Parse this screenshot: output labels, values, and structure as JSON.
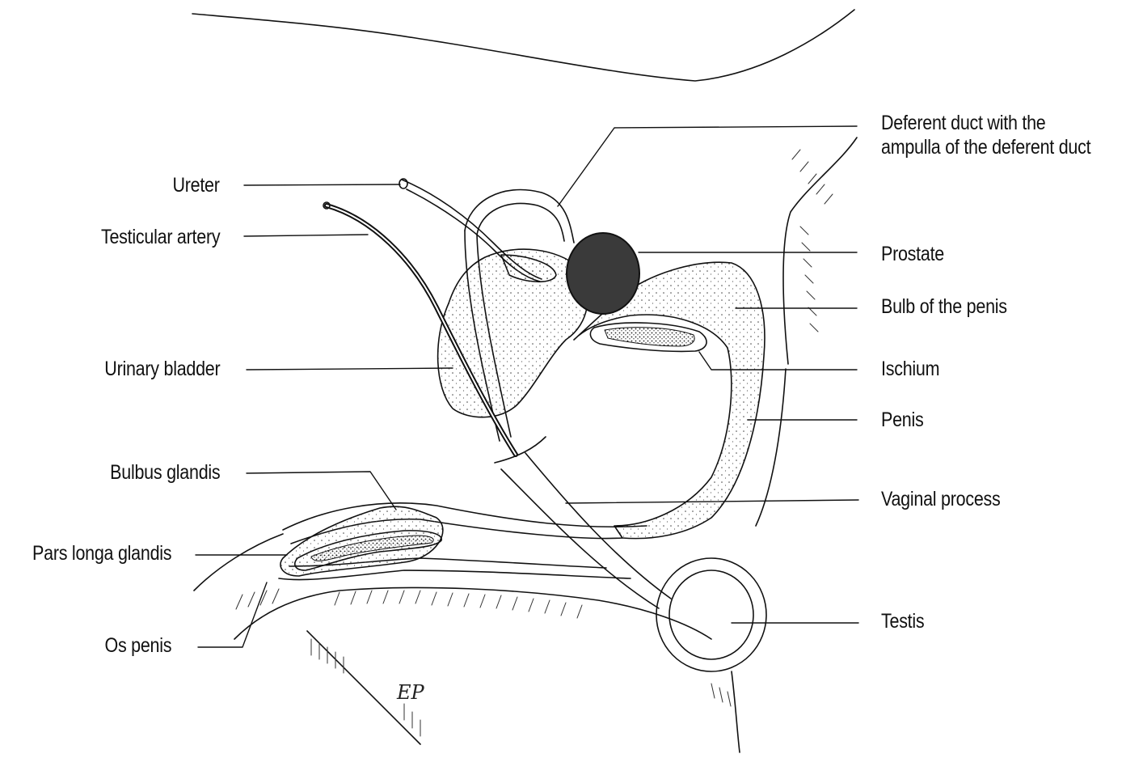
{
  "labels": {
    "ureter": "Ureter",
    "testicular_artery": "Testicular artery",
    "urinary_bladder": "Urinary bladder",
    "bulbus_glandis": "Bulbus glandis",
    "pars_longa_glandis": "Pars longa glandis",
    "os_penis": "Os penis",
    "deferent_duct_line1": "Deferent duct with the",
    "deferent_duct_line2": "ampulla of the deferent duct",
    "prostate": "Prostate",
    "bulb_of_penis": "Bulb of the penis",
    "ischium": "Ischium",
    "penis": "Penis",
    "vaginal_process": "Vaginal process",
    "testis": "Testis"
  },
  "signature": "EP",
  "colors": {
    "ink": "#111111",
    "prostate_fill": "#3a3a3a",
    "background": "#ffffff"
  }
}
